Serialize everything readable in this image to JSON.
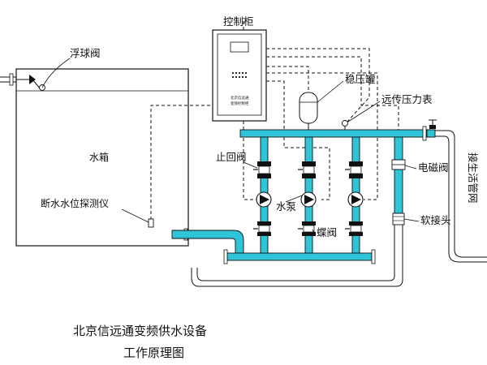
{
  "diagram": {
    "labels": {
      "control_cabinet": "控制柜",
      "cabinet_panel_line1": "北京信远通",
      "cabinet_panel_line2": "变频控制柜",
      "float_valve": "浮球阀",
      "pressure_tank": "稳压罐",
      "remote_pressure_gauge": "远传压力表",
      "water_tank": "水箱",
      "check_valve": "止回阀",
      "solenoid_valve": "电磁阀",
      "water_level_probe": "断水水位探测仪",
      "water_pump": "水泵",
      "butterfly_valve": "蝶阀",
      "soft_joint": "软接头",
      "to_domestic_pipe": "接生活管网"
    },
    "title_line1": "北京信远通变频供水设备",
    "title_line2": "工作原理图"
  },
  "colors": {
    "pipe": "#2fc4d8",
    "line": "#111111",
    "background": "#ffffff"
  }
}
